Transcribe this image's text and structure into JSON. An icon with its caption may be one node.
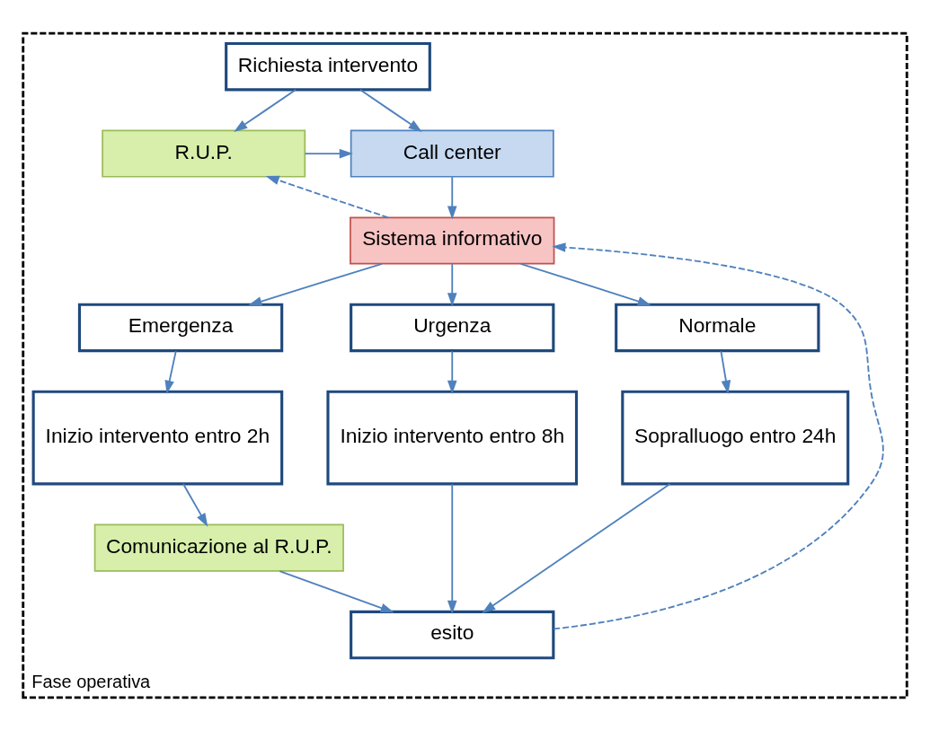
{
  "diagram": {
    "nodes": [
      {
        "text": [
          "Fase operativa"
        ]
      },
      {
        "text": [
          "Richiesta intervento"
        ],
        "in": 0
      },
      {
        "text": [
          "Call center"
        ],
        "in": 0
      },
      {
        "text": [
          "R.U.P."
        ],
        "in": 0
      },
      {
        "text": [
          "Sistema informativo"
        ],
        "in": 0
      },
      {
        "text": [
          "Emergenza"
        ],
        "in": 0
      },
      {
        "text": [
          "Urgenza"
        ],
        "in": 0
      },
      {
        "text": [
          "Normale"
        ],
        "in": 0
      },
      {
        "text": [
          "Inizio intervento entro 2h"
        ],
        "in": 0
      },
      {
        "text": [
          "Inizio intervento entro 8h"
        ],
        "in": 0
      },
      {
        "text": [
          "Sopralluogo entro 24h"
        ],
        "in": 0
      },
      {
        "text": [
          "Comunicazione al R.U.P."
        ],
        "in": 0
      },
      {
        "text": [
          "esito"
        ],
        "in": 0
      }
    ],
    "edges": [
      {
        "from": 1,
        "to": 2,
        "arrow": "to"
      },
      {
        "from": 1,
        "to": 3,
        "arrow": "to"
      },
      {
        "from": 3,
        "to": 2,
        "arrow": "to"
      },
      {
        "from": 2,
        "to": 4,
        "arrow": "to"
      },
      {
        "from": 4,
        "to": 3,
        "arrow": "to",
        "style": "dashed"
      },
      {
        "from": 4,
        "to": 5,
        "arrow": "to"
      },
      {
        "from": 4,
        "to": 6,
        "arrow": "to"
      },
      {
        "from": 4,
        "to": 7,
        "arrow": "to"
      },
      {
        "from": 5,
        "to": 8,
        "arrow": "to"
      },
      {
        "from": 6,
        "to": 9,
        "arrow": "to"
      },
      {
        "from": 7,
        "to": 10,
        "arrow": "to"
      },
      {
        "from": 8,
        "to": 11,
        "arrow": "to"
      },
      {
        "from": 11,
        "to": 12,
        "arrow": "to"
      },
      {
        "from": 9,
        "to": 12,
        "arrow": "to"
      },
      {
        "from": 10,
        "to": 12,
        "arrow": "to"
      },
      {
        "from": 12,
        "to": 4,
        "arrow": "to",
        "style": "dashed"
      }
    ]
  }
}
